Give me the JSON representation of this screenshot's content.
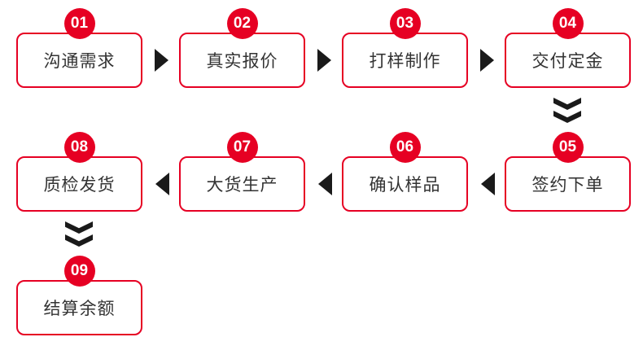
{
  "colors": {
    "accent": "#e60023",
    "arrow": "#1a1a1a",
    "text": "#333333"
  },
  "steps": [
    {
      "number": "01",
      "label": "沟通需求"
    },
    {
      "number": "02",
      "label": "真实报价"
    },
    {
      "number": "03",
      "label": "打样制作"
    },
    {
      "number": "04",
      "label": "交付定金"
    },
    {
      "number": "05",
      "label": "签约下单"
    },
    {
      "number": "06",
      "label": "确认样品"
    },
    {
      "number": "07",
      "label": "大货生产"
    },
    {
      "number": "08",
      "label": "质检发货"
    },
    {
      "number": "09",
      "label": "结算余额"
    }
  ]
}
